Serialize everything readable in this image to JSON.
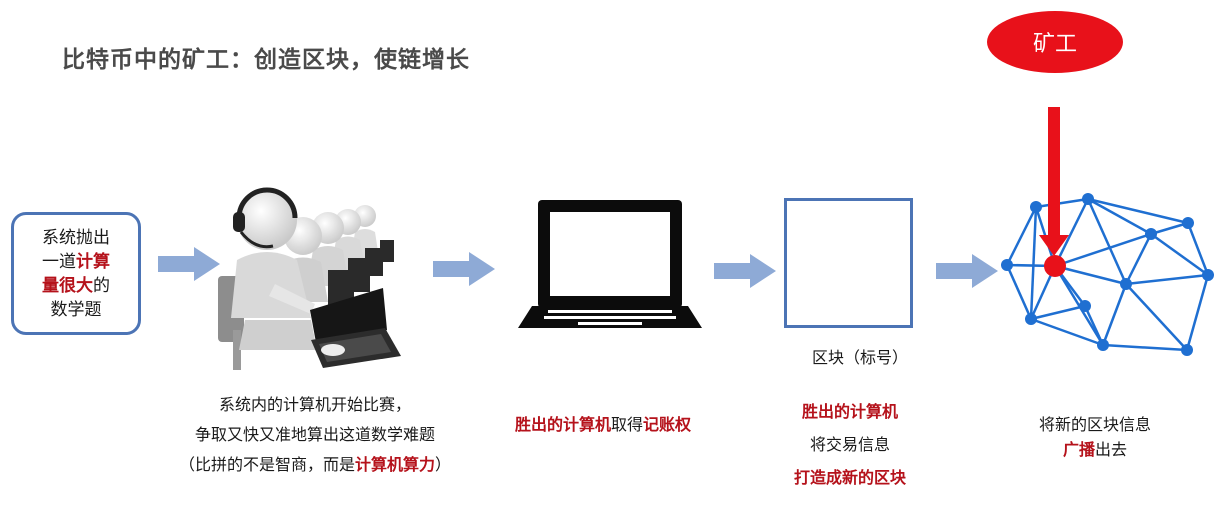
{
  "title": "比特币中的矿工：创造区块，使链增长",
  "miner_badge": "矿工",
  "task_box": {
    "line1": "系统抛出",
    "line2_a": "一道",
    "line2_b": "计算",
    "line3_a": "量很大",
    "line3_b": "的",
    "line4": "数学题"
  },
  "competition_caption": {
    "line1": "系统内的计算机开始比赛，",
    "line2": "争取又快又准地算出这道数学难题",
    "line3_a": "（比拼的不是智商，而是",
    "line3_b": "计算机算力",
    "line3_c": "）"
  },
  "winner_caption": {
    "a": "胜出的计算机",
    "b": "取得",
    "c": "记账权"
  },
  "block_label": "区块（标号）",
  "block_caption": {
    "line1": "胜出的计算机",
    "line2": "将交易信息",
    "line3": "打造成新的区块"
  },
  "broadcast_caption": {
    "line1": "将新的区块信息",
    "line2_a": "广播",
    "line2_b": "出去"
  },
  "colors": {
    "accent_red": "#b5121b",
    "badge_red": "#e8111a",
    "arrow_blue": "#8eaad6",
    "network_blue": "#1f6fd1",
    "box_border": "#4c74b5"
  }
}
